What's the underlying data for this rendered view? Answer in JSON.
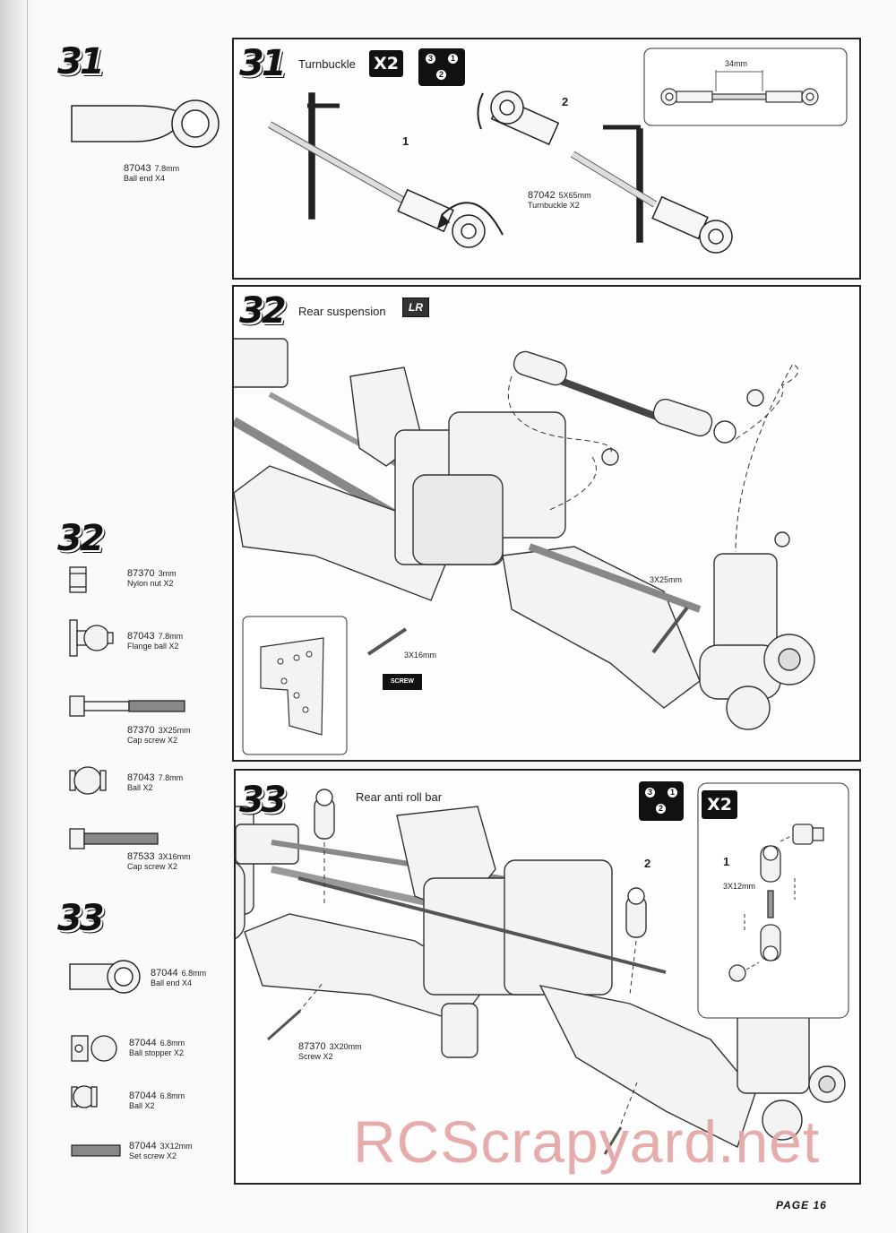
{
  "side_steps": {
    "s31": "31",
    "s32": "32",
    "s33": "33"
  },
  "panel31": {
    "step": "31",
    "title": "Turnbuckle",
    "badge": "X2",
    "seq": [
      "3",
      "1",
      "2"
    ],
    "label1": "1",
    "label2": "2",
    "dim": "34mm",
    "part_number": "87042",
    "part_size": "5X65mm",
    "part_desc": "Turnbuckle   X2"
  },
  "panel32": {
    "step": "32",
    "title": "Rear suspension",
    "lr": "LR",
    "screw_len": "3X25mm",
    "screw_len2": "3X16mm",
    "screw_tag": "SCREW"
  },
  "panel33": {
    "step": "33",
    "title": "Rear anti roll bar",
    "badge": "X2",
    "seq": [
      "3",
      "1",
      "2"
    ],
    "label1": "1",
    "label2": "2",
    "inset_screw": "3X12mm",
    "part_number": "87370",
    "part_size": "3X20mm",
    "part_desc": "Screw   X2"
  },
  "parts31": [
    {
      "no": "87043",
      "size": "7.8mm",
      "desc": "Ball end   X4"
    }
  ],
  "parts32": [
    {
      "no": "87370",
      "size": "3mm",
      "desc": "Nylon nut   X2"
    },
    {
      "no": "87043",
      "size": "7.8mm",
      "desc": "Flange ball   X2"
    },
    {
      "no": "87370",
      "size": "3X25mm",
      "desc": "Cap screw   X2"
    },
    {
      "no": "87043",
      "size": "7.8mm",
      "desc": "Ball   X2"
    },
    {
      "no": "87533",
      "size": "3X16mm",
      "desc": "Cap screw   X2"
    }
  ],
  "parts33": [
    {
      "no": "87044",
      "size": "6.8mm",
      "desc": "Ball end   X4"
    },
    {
      "no": "87044",
      "size": "6.8mm",
      "desc": "Ball stopper   X2"
    },
    {
      "no": "87044",
      "size": "6.8mm",
      "desc": "Ball   X2"
    },
    {
      "no": "87044",
      "size": "3X12mm",
      "desc": "Set screw   X2"
    }
  ],
  "watermark": "RCScrapyard.net",
  "page": "PAGE  16"
}
